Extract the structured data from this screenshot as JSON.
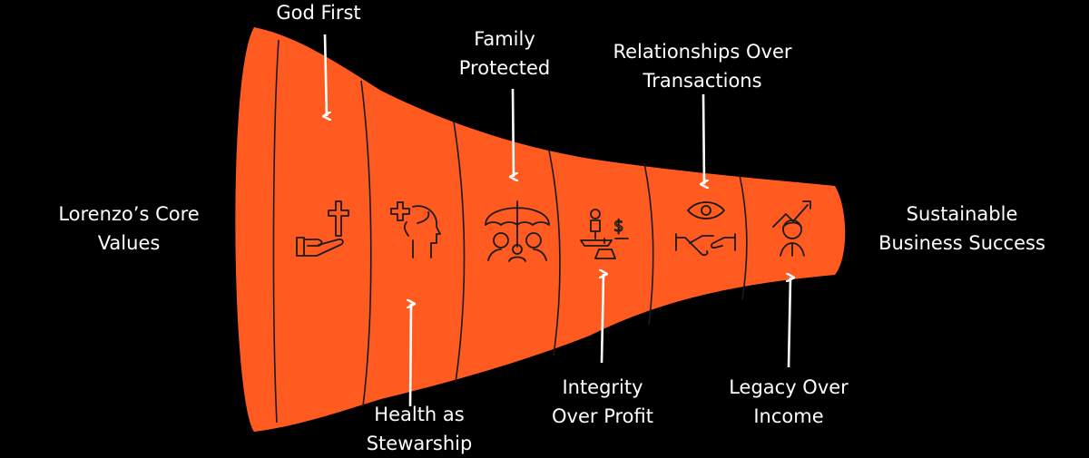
{
  "colors": {
    "funnel": "#FF5A1F",
    "background": "#000000",
    "arrow": "#FFFFFF",
    "stroke": "#1a1a1a"
  },
  "left_label": [
    "Lorenzo’s Core",
    "Values"
  ],
  "right_label": [
    "Sustainable",
    "Business Success"
  ],
  "stages": [
    {
      "label": [
        "God First"
      ],
      "icon": "hand-cross-icon"
    },
    {
      "label": [
        "Health as",
        "Stewarship"
      ],
      "icon": "head-cross-icon"
    },
    {
      "label": [
        "Family",
        "Protected"
      ],
      "icon": "family-umbrella-icon"
    },
    {
      "label": [
        "Integrity",
        "Over Profit"
      ],
      "icon": "scale-person-dollar-icon"
    },
    {
      "label": [
        "Relationships Over",
        "Transactions"
      ],
      "icon": "eye-handshake-icon"
    },
    {
      "label": [
        "Legacy Over",
        "Income"
      ],
      "icon": "person-growth-icon"
    }
  ]
}
